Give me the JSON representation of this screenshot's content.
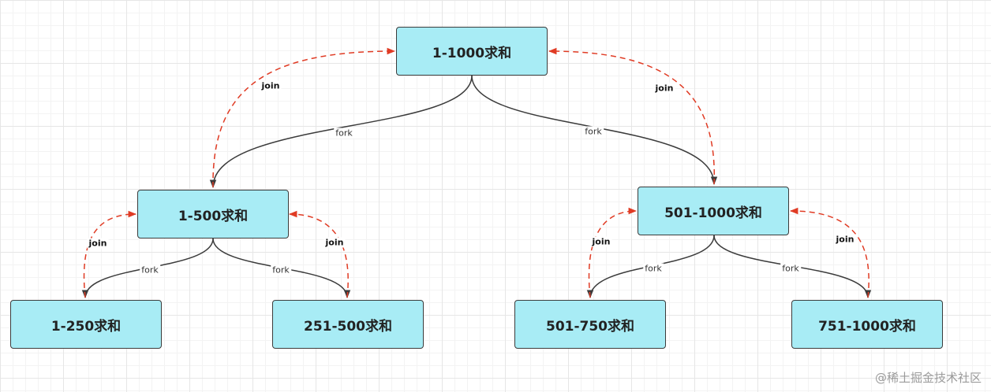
{
  "nodes": {
    "root": "1-1000求和",
    "left": "1-500求和",
    "right": "501-1000求和",
    "ll": "1-250求和",
    "lr": "251-500求和",
    "rl": "501-750求和",
    "rr": "751-1000求和"
  },
  "edge_labels": {
    "fork": "fork",
    "join": "join"
  },
  "colors": {
    "node_fill": "#a8ecf5",
    "fork_line": "#3b3b3b",
    "join_line": "#e03b24"
  },
  "watermark": "@稀土掘金技术社区"
}
